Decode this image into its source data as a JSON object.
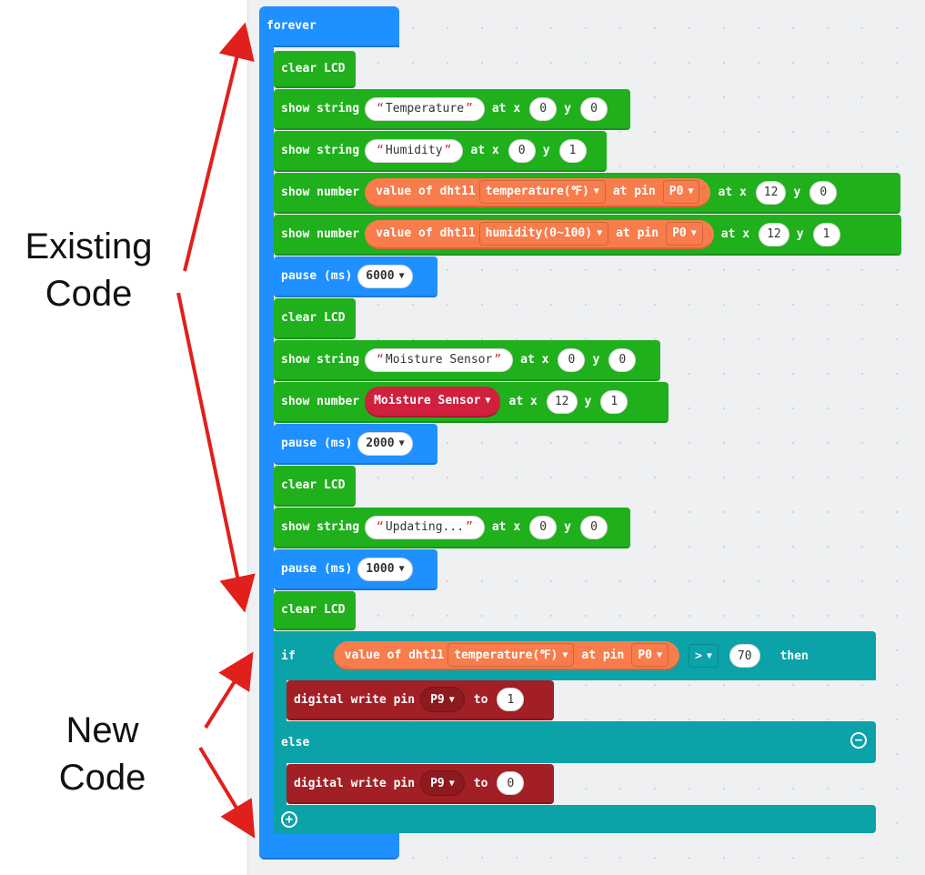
{
  "annotations": {
    "existing": [
      "Existing",
      "Code"
    ],
    "new": [
      "New",
      "Code"
    ]
  },
  "forever": "forever",
  "clear_lcd": "clear LCD",
  "show_string": "show string",
  "show_number": "show number",
  "pause": "pause (ms)",
  "at_x": "at x",
  "y": "y",
  "value_of_dht11": "value of dht11",
  "at_pin": "at pin",
  "pins": {
    "p0": "P0",
    "p9": "P9"
  },
  "dht_options": {
    "temperature": "temperature(℉)",
    "humidity": "humidity(0~100)"
  },
  "strings": {
    "temperature": "Temperature",
    "humidity": "Humidity",
    "moisture": "Moisture Sensor",
    "updating": "Updating..."
  },
  "moisture_var": "Moisture Sensor",
  "pauses": {
    "p1": "6000",
    "p2": "2000",
    "p3": "1000"
  },
  "coords": {
    "zero": "0",
    "one": "1",
    "twelve": "12"
  },
  "if_block": {
    "if": "if",
    "then": "then",
    "else": "else",
    "operator": ">",
    "threshold": "70"
  },
  "digital_write": "digital write pin",
  "to": "to",
  "write_values": {
    "high": "1",
    "low": "0"
  },
  "colors": {
    "loops": "#1e90ff",
    "lcd": "#1fb01c",
    "sensor": "#f87c4c",
    "logic": "#0ba2a8",
    "pins": "#a11f25",
    "variable": "#d11f3e",
    "arrow": "#e0201c"
  },
  "icons": {
    "remove_else": "minus-circle-icon",
    "add_else": "plus-circle-icon",
    "dropdown": "caret-down-icon"
  }
}
